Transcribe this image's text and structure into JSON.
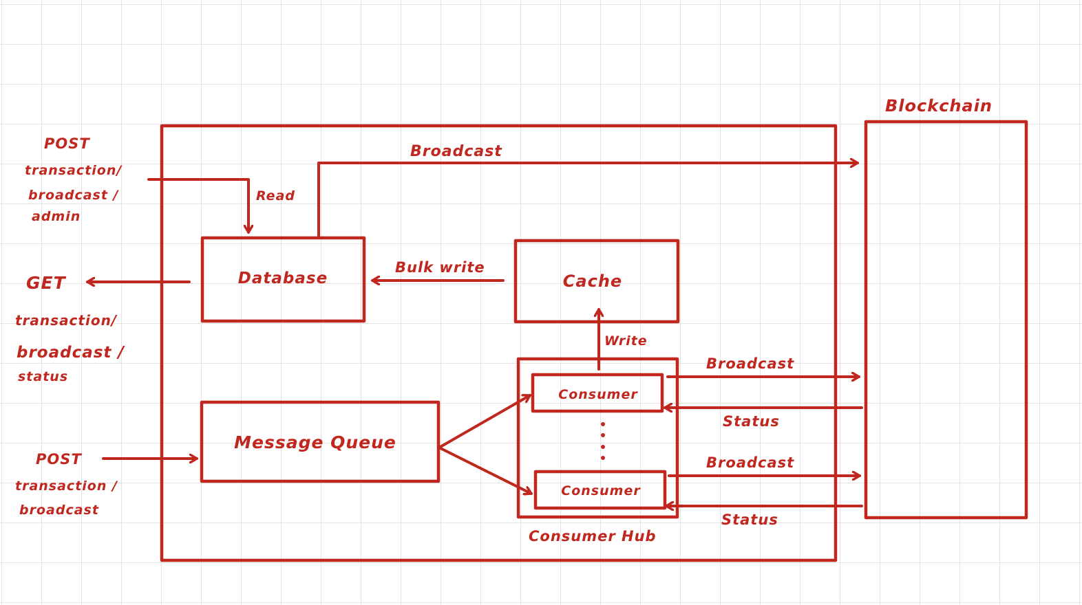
{
  "colors": {
    "ink": "#c0271f",
    "grid": "#e3e3e3",
    "background": "#ffffff"
  },
  "labels": {
    "blockchain": "Blockchain",
    "post_top": "POST",
    "post_top_routes": [
      "transaction/",
      "broadcast /",
      "admin"
    ],
    "get": "GET",
    "get_routes": [
      "transaction/",
      "broadcast /",
      "status"
    ],
    "post_bottom": "POST",
    "post_bottom_routes": [
      "transaction /",
      "broadcast"
    ],
    "read": "Read",
    "broadcast_top": "Broadcast",
    "bulk_write": "Bulk write",
    "write": "Write",
    "database": "Database",
    "cache": "Cache",
    "message_queue": "Message Queue",
    "consumer_1": "Consumer",
    "consumer_2": "Consumer",
    "consumer_hub": "Consumer Hub",
    "broadcast_1": "Broadcast",
    "status_1": "Status",
    "broadcast_2": "Broadcast",
    "status_2": "Status"
  }
}
